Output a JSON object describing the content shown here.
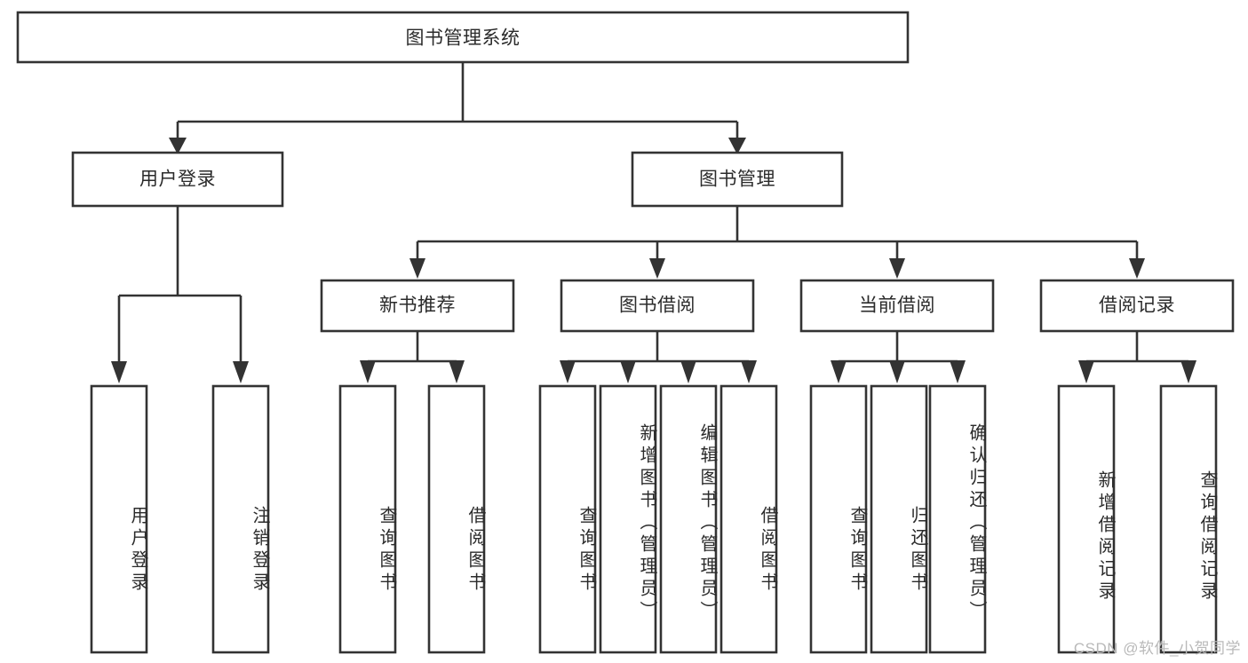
{
  "diagram": {
    "title_node": {
      "label": "图书管理系统"
    },
    "level2": [
      {
        "id": "user-login",
        "label": "用户登录"
      },
      {
        "id": "book-management",
        "label": "图书管理"
      }
    ],
    "level3": [
      {
        "id": "new-book-recommend",
        "label": "新书推荐"
      },
      {
        "id": "book-borrow",
        "label": "图书借阅"
      },
      {
        "id": "current-borrow",
        "label": "当前借阅"
      },
      {
        "id": "borrow-record",
        "label": "借阅记录"
      }
    ],
    "leaves": [
      {
        "id": "leaf-user-login",
        "label": "用户登录",
        "parent": "user-login"
      },
      {
        "id": "leaf-logout",
        "label": "注销登录",
        "parent": "user-login"
      },
      {
        "id": "leaf-query-book-1",
        "label": "查询图书",
        "parent": "new-book-recommend"
      },
      {
        "id": "leaf-borrow-book-1",
        "label": "借阅图书",
        "parent": "new-book-recommend"
      },
      {
        "id": "leaf-query-book-2",
        "label": "查询图书",
        "parent": "book-borrow"
      },
      {
        "id": "leaf-add-book",
        "label": "新增图书（管理员）",
        "parent": "book-borrow"
      },
      {
        "id": "leaf-edit-book",
        "label": "编辑图书（管理员）",
        "parent": "book-borrow"
      },
      {
        "id": "leaf-borrow-book-2",
        "label": "借阅图书",
        "parent": "book-borrow"
      },
      {
        "id": "leaf-query-book-3",
        "label": "查询图书",
        "parent": "current-borrow"
      },
      {
        "id": "leaf-return-book",
        "label": "归还图书",
        "parent": "current-borrow"
      },
      {
        "id": "leaf-confirm-return",
        "label": "确认归还（管理员）",
        "parent": "current-borrow"
      },
      {
        "id": "leaf-add-record",
        "label": "新增借阅记录",
        "parent": "borrow-record"
      },
      {
        "id": "leaf-query-record",
        "label": "查询借阅记录",
        "parent": "borrow-record"
      }
    ],
    "colors": {
      "stroke": "#333333",
      "box_fill": "#ffffff",
      "text": "#2b2b2b",
      "background": "#ffffff",
      "watermark": "#b9b9b9"
    }
  },
  "watermark": {
    "text": "CSDN @软件_小贺同学"
  }
}
